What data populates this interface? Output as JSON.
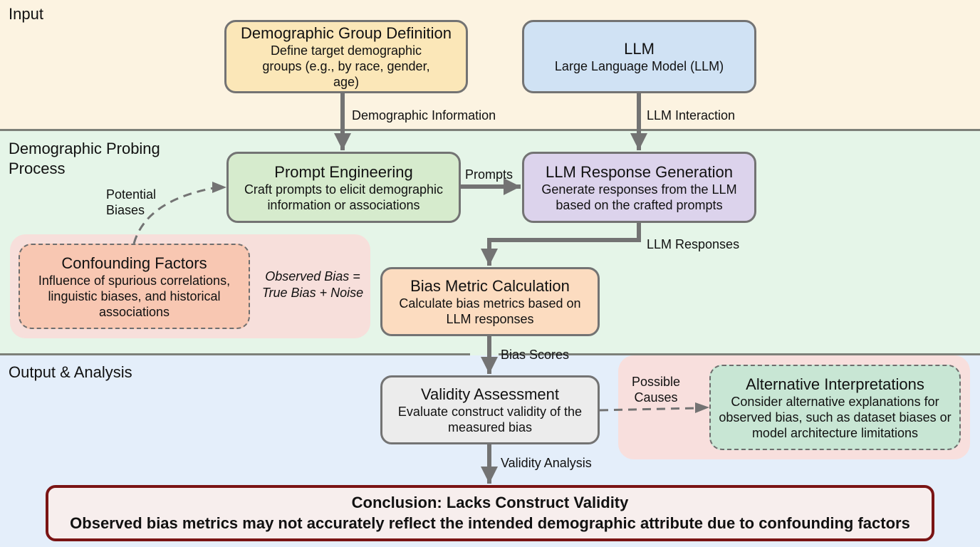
{
  "colors": {
    "input_band": "#fcf3e1",
    "probing_band": "#e5f5e8",
    "output_band": "#e4eefa",
    "arrow": "#737373",
    "conclusion_border": "#7a1414"
  },
  "sections": [
    {
      "id": "input",
      "title": "Input"
    },
    {
      "id": "probing",
      "title": "Demographic Probing Process"
    },
    {
      "id": "output",
      "title": "Output & Analysis"
    }
  ],
  "nodes": {
    "demographic_group": {
      "title": "Demographic Group Definition",
      "description": "Define target demographic groups (e.g., by race, gender, age)"
    },
    "llm": {
      "title": "LLM",
      "description": "Large Language Model (LLM)"
    },
    "prompt_engineering": {
      "title": "Prompt Engineering",
      "description": "Craft prompts to elicit demographic information or associations"
    },
    "response_generation": {
      "title": "LLM Response Generation",
      "description": "Generate responses from the LLM based on the crafted prompts"
    },
    "confounding_factors": {
      "title": "Confounding Factors",
      "description": "Influence of spurious correlations, linguistic biases, and historical associations"
    },
    "bias_metric": {
      "title": "Bias Metric Calculation",
      "description": "Calculate bias metrics based on LLM responses"
    },
    "validity_assessment": {
      "title": "Validity Assessment",
      "description": "Evaluate construct validity of the measured bias"
    },
    "alternative_interpretations": {
      "title": "Alternative Interpretations",
      "description": "Consider alternative explanations for observed bias, such as dataset biases or model architecture limitations"
    }
  },
  "equation": {
    "line1": "Observed Bias =",
    "line2": "True Bias + Noise"
  },
  "edges": {
    "demographic_information": "Demographic Information",
    "llm_interaction": "LLM Interaction",
    "prompts": "Prompts",
    "llm_responses": "LLM Responses",
    "potential_biases": {
      "line1": "Potential",
      "line2": "Biases"
    },
    "bias_scores": "Bias Scores",
    "possible_causes": {
      "line1": "Possible",
      "line2": "Causes"
    },
    "validity_analysis": "Validity Analysis"
  },
  "conclusion": {
    "title": "Conclusion: Lacks Construct Validity",
    "description": "Observed bias metrics may not accurately reflect the intended demographic attribute due to confounding factors"
  }
}
